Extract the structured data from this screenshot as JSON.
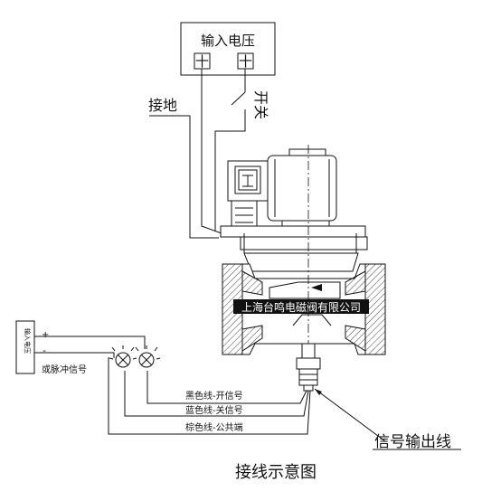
{
  "diagram": {
    "title": "接线示意图",
    "input_voltage_box": "输入电压",
    "terminal_symbol": "十",
    "switch_label": "开关",
    "ground_label": "接地",
    "small_box_label": "输入电压",
    "plus_sign": "+",
    "minus_sign": "-",
    "pulse_signal_label": "或脉冲信号",
    "wire_black": "黑色线-开信号",
    "wire_blue": "蓝色线-关信号",
    "wire_brown": "棕色线-公共端",
    "signal_output_label": "信号输出线",
    "watermark": "上海台鸣电磁阀有限公司"
  },
  "colors": {
    "line": "#111111",
    "hatch": "#444444",
    "watermark": "#ffffff"
  }
}
